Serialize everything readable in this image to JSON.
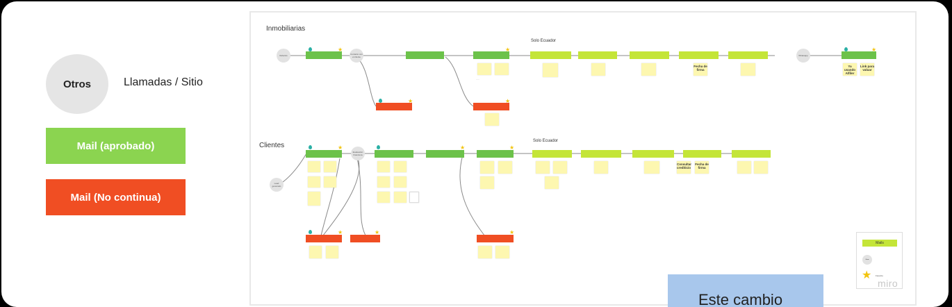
{
  "legend": {
    "circle_label": "Otros",
    "circle_desc": "Llamadas / Sitio",
    "green_label": "Mail (aprobado)",
    "red_label": "Mail (No continua)"
  },
  "board": {
    "inmobiliarias_title": "Inmobiliarias",
    "clientes_title": "Clientes",
    "solo_ecuador_1": "Solo Ecuador",
    "solo_ecuador_2": "Solo Ecuador",
    "inmo_gray_1": "Referido",
    "inmo_gray_2": "Contacto con el cliente",
    "inmo_gray_3": "Whatsapp",
    "cli_gray_1": "Lead generado",
    "cli_gray_2": "Evaluación financiera",
    "inmo_bold_1": "Fecha de firma",
    "inmo_bold_2": "Ya usando Alfiler",
    "inmo_bold_3": "Link para valuar",
    "cli_bold_1": "Fecha de firma",
    "cli_bold_2": "Consultar crediticio",
    "mails_tag": "Mails",
    "mails_gray": "Otros",
    "mails_star": "Favorito",
    "miro": "miro",
    "blue_note": "Este cambio"
  },
  "colors": {
    "green": "#8bd450",
    "red": "#f04e23",
    "lime": "#c4e538",
    "circle": "#e5e5e5",
    "sticky": "#fdf7b0",
    "blue_note": "#a8c7ec"
  }
}
